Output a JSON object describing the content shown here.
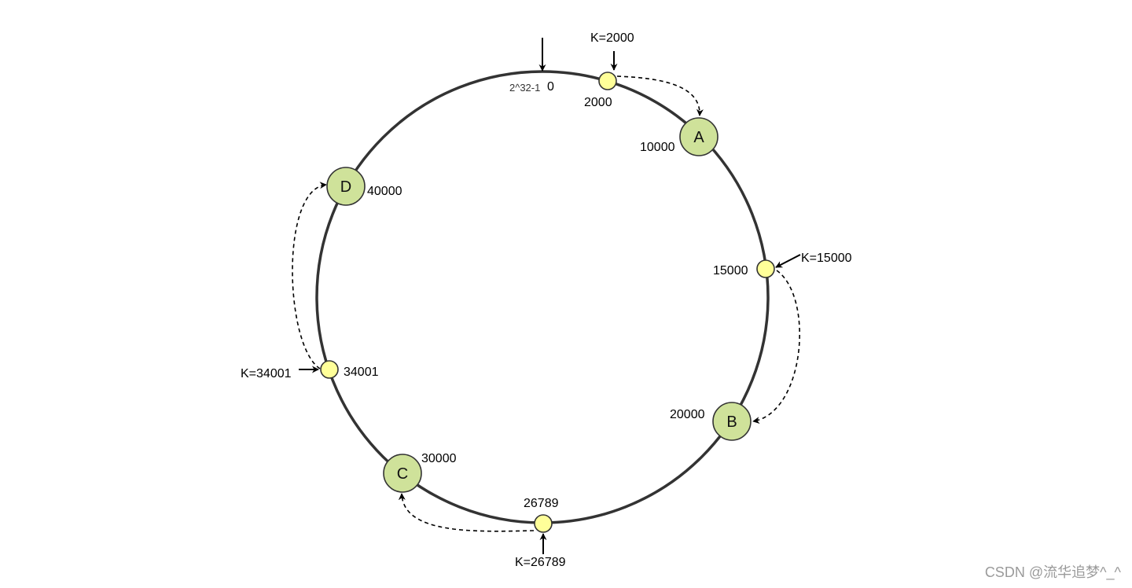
{
  "ring": {
    "start_label": "0",
    "end_label": "2^32-1"
  },
  "nodes": [
    {
      "letter": "A",
      "value": "10000"
    },
    {
      "letter": "B",
      "value": "20000"
    },
    {
      "letter": "C",
      "value": "30000"
    },
    {
      "letter": "D",
      "value": "40000"
    }
  ],
  "keys": [
    {
      "label": "K=2000",
      "value": "2000"
    },
    {
      "label": "K=15000",
      "value": "15000"
    },
    {
      "label": "K=26789",
      "value": "26789"
    },
    {
      "label": "K=34001",
      "value": "34001"
    }
  ],
  "colors": {
    "ring": "#333333",
    "node_fill": "#cfe29a",
    "key_fill": "#ffff99",
    "arrow": "#000000"
  },
  "watermark": "CSDN @流华追梦^_^"
}
